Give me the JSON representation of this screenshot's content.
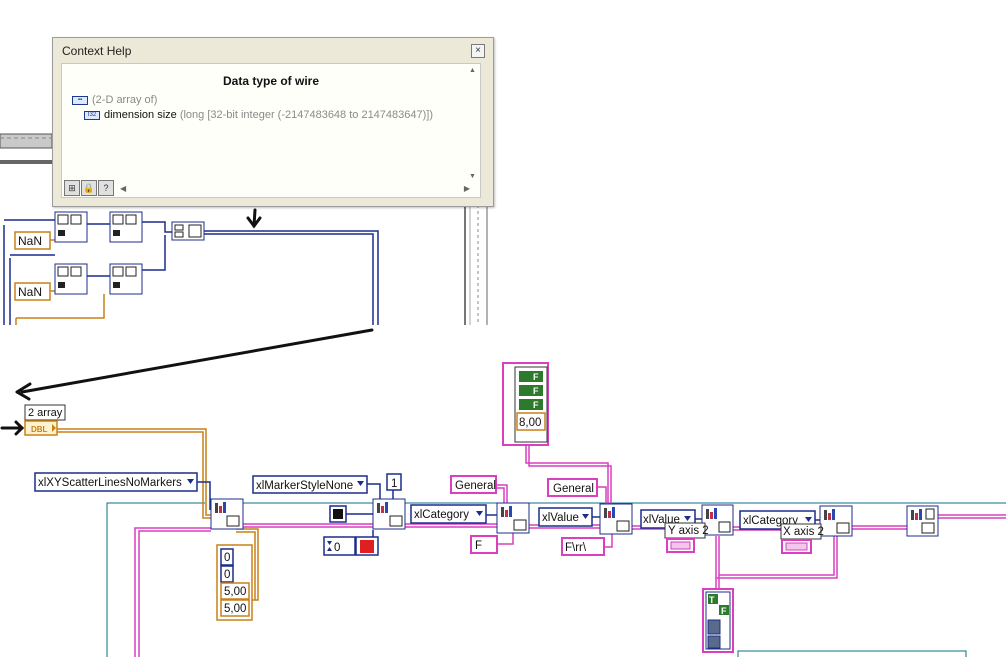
{
  "context_help": {
    "title": "Context Help",
    "close_glyph": "×",
    "heading": "Data type of wire",
    "line1_prefix": "(2-D array of)",
    "line2_name": "dimension size",
    "line2_type": "(long [32-bit integer (-2147483648 to 2147483647)])",
    "toolbar_icons": [
      "show-optional-terminals-icon",
      "lock-icon",
      "help-icon"
    ]
  },
  "diagram": {
    "nan_1": "NaN",
    "nan_2": "NaN",
    "array_label": "2 array",
    "dbl_tag": "DBL",
    "chart_type_enum": "xlXYScatterLinesNoMarkers",
    "marker_style_enum": "xlMarkerStyleNone",
    "marker_const": "1",
    "color_const": "0",
    "general_1": "General",
    "general_2": "General",
    "f_const_1": "F",
    "f_const_2": "F\\rr\\",
    "x_category_1": "xlCategory",
    "xl_value_1": "xlValue",
    "xl_value_2": "xlValue",
    "x_category_2": "xlCategory",
    "y_axis_2": "Y axis 2",
    "x_axis_2": "X axis 2",
    "bool_t": "T",
    "bool_f": "F",
    "num_800": "8,00",
    "array_values": [
      "0",
      "0",
      "5,00",
      "5,00"
    ]
  },
  "colors": {
    "wire_blue": "#1c2d8c",
    "wire_pink": "#d93fbf",
    "wire_orange": "#c8811a",
    "bool_green": "#2c7a2c"
  }
}
